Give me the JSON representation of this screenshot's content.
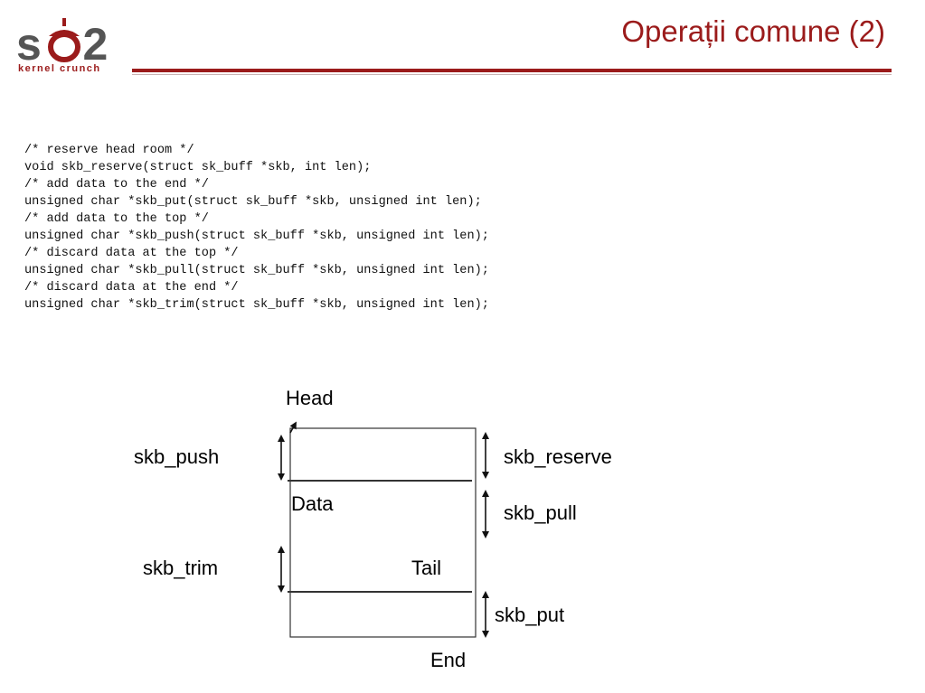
{
  "logo": {
    "text": "so2",
    "subtitle": "kernel crunch"
  },
  "slide": {
    "title": "Operații comune (2)"
  },
  "code_lines": [
    "/* reserve head room */",
    "void skb_reserve(struct sk_buff *skb, int len);",
    "/* add data to the end */",
    "unsigned char *skb_put(struct sk_buff *skb, unsigned int len);",
    "/* add data to the top */",
    "unsigned char *skb_push(struct sk_buff *skb, unsigned int len);",
    "/* discard data at the top */",
    "unsigned char *skb_pull(struct sk_buff *skb, unsigned int len);",
    "/* discard data at the end */",
    "unsigned char *skb_trim(struct sk_buff *skb, unsigned int len);"
  ],
  "diagram": {
    "head": "Head",
    "data": "Data",
    "tail": "Tail",
    "end": "End",
    "skb_push": "skb_push",
    "skb_trim": "skb_trim",
    "skb_reserve": "skb_reserve",
    "skb_pull": "skb_pull",
    "skb_put": "skb_put"
  }
}
